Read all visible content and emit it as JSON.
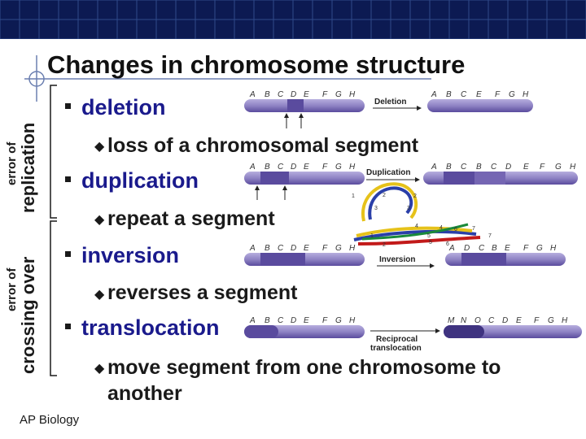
{
  "title": "Changes in chromosome structure",
  "side_labels": {
    "replication_small": "error of",
    "replication_big": "replication",
    "crossing_small": "error of",
    "crossing_big": "crossing over"
  },
  "items": [
    {
      "term": "deletion",
      "desc": "loss of a chromosomal segment"
    },
    {
      "term": "duplication",
      "desc": "repeat a segment"
    },
    {
      "term": "inversion",
      "desc": "reverses a segment"
    },
    {
      "term": "translocation",
      "desc": "move segment from one chromosome to another"
    }
  ],
  "footer": "AP Biology",
  "diagram": {
    "deletion": {
      "left": [
        "A",
        "B",
        "C",
        "D",
        "E",
        "F",
        "G",
        "H"
      ],
      "label": "Deletion",
      "right": [
        "A",
        "B",
        "C",
        "E",
        "F",
        "G",
        "H"
      ]
    },
    "duplication": {
      "left": [
        "A",
        "B",
        "C",
        "D",
        "E",
        "F",
        "G",
        "H"
      ],
      "label": "Duplication",
      "right": [
        "A",
        "B",
        "C",
        "B",
        "C",
        "D",
        "E",
        "F",
        "G",
        "H"
      ]
    },
    "inversion": {
      "left": [
        "A",
        "B",
        "C",
        "D",
        "E",
        "F",
        "G",
        "H"
      ],
      "label": "Inversion",
      "right": [
        "A",
        "D",
        "C",
        "B",
        "E",
        "F",
        "G",
        "H"
      ]
    },
    "translocation": {
      "left": [
        "A",
        "B",
        "C",
        "D",
        "E",
        "F",
        "G",
        "H"
      ],
      "label_line1": "Reciprocal",
      "label_line2": "translocation",
      "right": [
        "M",
        "N",
        "O",
        "C",
        "D",
        "E",
        "F",
        "G",
        "H"
      ]
    },
    "chiasma_numbers": [
      "1",
      "2",
      "3",
      "2",
      "3",
      "4",
      "5",
      "6",
      "7",
      "1",
      "2",
      "4",
      "5",
      "6",
      "7"
    ]
  },
  "colors": {
    "accent": "#1a1a8c",
    "topbar": "#0c1a52",
    "chromosome": "#8f83c4",
    "chromosome_dark": "#5a4b9e"
  }
}
